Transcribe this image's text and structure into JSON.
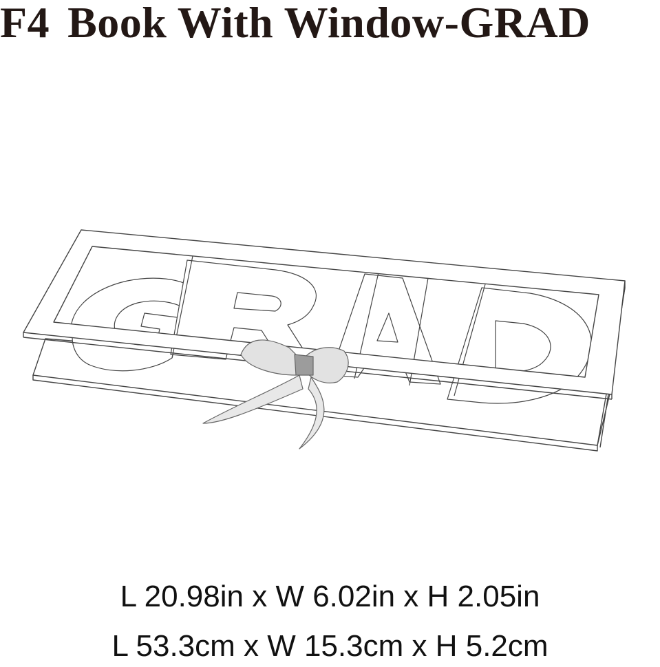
{
  "title": {
    "code": "F4",
    "name": "Book With Window-GRAD"
  },
  "dimensions": {
    "inches": "L 20.98in x W 6.02in x H 2.05in",
    "centimeters": "L 53.3cm x W 15.3cm x H 5.2cm"
  },
  "colors": {
    "line": "#444444",
    "ribbon": "#dcdcdc",
    "ribbon_dark": "#9a9a9a",
    "title": "#231815"
  }
}
